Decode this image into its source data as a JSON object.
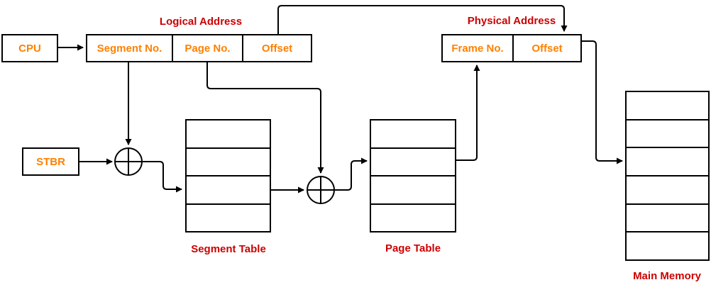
{
  "diagram": {
    "type": "memory-address-translation",
    "colors": {
      "box_text": "#FF8000",
      "caption_text": "#CC0000",
      "line": "#000000",
      "background": "#FFFFFF"
    },
    "nodes": {
      "cpu": {
        "label": "CPU"
      },
      "stbr": {
        "label": "STBR"
      },
      "logical_address": {
        "caption": "Logical Address",
        "fields": [
          "Segment No.",
          "Page No.",
          "Offset"
        ]
      },
      "physical_address": {
        "caption": "Physical Address",
        "fields": [
          "Frame No.",
          "Offset"
        ]
      },
      "segment_table": {
        "caption": "Segment Table",
        "rows": 4
      },
      "page_table": {
        "caption": "Page Table",
        "rows": 4
      },
      "main_memory": {
        "caption": "Main Memory",
        "rows": 6
      },
      "adder_segment": {
        "symbol": "circled-plus"
      },
      "adder_page": {
        "symbol": "circled-plus"
      }
    },
    "connectors": [
      {
        "from": "cpu",
        "to": "logical_address.segment_no"
      },
      {
        "from": "logical_address.segment_no",
        "to": "adder_segment"
      },
      {
        "from": "stbr",
        "to": "adder_segment"
      },
      {
        "from": "adder_segment",
        "to": "segment_table.row3"
      },
      {
        "from": "logical_address.page_no",
        "to": "adder_page"
      },
      {
        "from": "segment_table.row3",
        "to": "adder_page"
      },
      {
        "from": "adder_page",
        "to": "page_table.row2"
      },
      {
        "from": "page_table.row2",
        "to": "physical_address.frame_no"
      },
      {
        "from": "logical_address.offset",
        "to": "physical_address.offset"
      },
      {
        "from": "physical_address.offset",
        "to": "main_memory.row3"
      }
    ]
  }
}
